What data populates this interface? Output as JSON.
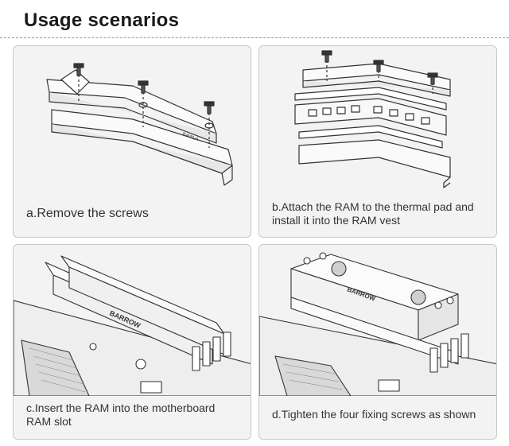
{
  "header": {
    "title": "Usage scenarios"
  },
  "scenarios": [
    {
      "caption": "a.Remove the screws"
    },
    {
      "caption": "b.Attach the RAM to the thermal pad and install it into the RAM vest"
    },
    {
      "caption": "c.Insert the RAM into the motherboard RAM slot"
    },
    {
      "caption": "d.Tighten the four fixing screws as shown"
    }
  ],
  "illustrations": {
    "brand_text": "BARROW",
    "brand_text_alt": "BAWLA"
  }
}
